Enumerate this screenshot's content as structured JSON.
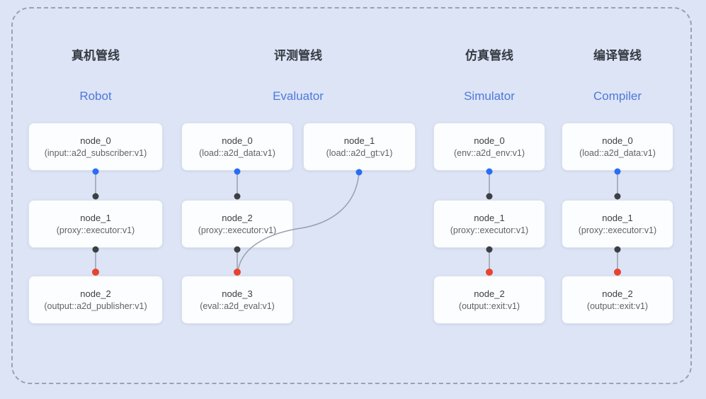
{
  "pipelines": [
    {
      "title_zh": "真机管线",
      "title_en": "Robot",
      "nodes": [
        {
          "name": "node_0",
          "type": "(input::a2d_subscriber:v1)"
        },
        {
          "name": "node_1",
          "type": "(proxy::executor:v1)"
        },
        {
          "name": "node_2",
          "type": "(output::a2d_publisher:v1)"
        }
      ]
    },
    {
      "title_zh": "评测管线",
      "title_en": "Evaluator",
      "nodes": [
        {
          "name": "node_0",
          "type": "(load::a2d_data:v1)"
        },
        {
          "name": "node_1",
          "type": "(load::a2d_gt:v1)"
        },
        {
          "name": "node_2",
          "type": "(proxy::executor:v1)"
        },
        {
          "name": "node_3",
          "type": "(eval::a2d_eval:v1)"
        }
      ]
    },
    {
      "title_zh": "仿真管线",
      "title_en": "Simulator",
      "nodes": [
        {
          "name": "node_0",
          "type": "(env::a2d_env:v1)"
        },
        {
          "name": "node_1",
          "type": "(proxy::executor:v1)"
        },
        {
          "name": "node_2",
          "type": "(output::exit:v1)"
        }
      ]
    },
    {
      "title_zh": "编译管线",
      "title_en": "Compiler",
      "nodes": [
        {
          "name": "node_0",
          "type": "(load::a2d_data:v1)"
        },
        {
          "name": "node_1",
          "type": "(proxy::executor:v1)"
        },
        {
          "name": "node_2",
          "type": "(output::exit:v1)"
        }
      ]
    }
  ],
  "colors": {
    "background": "#dce4f6",
    "dashed_border": "#99a2b0",
    "title_en_blue": "#4f78d9",
    "wire_gray": "#98a0ad",
    "port_blue": "#2a6df4",
    "port_dark": "#3d4043",
    "port_red": "#e8432c",
    "node_background": "#fcfdfe",
    "node_border": "#dbe0ea"
  }
}
